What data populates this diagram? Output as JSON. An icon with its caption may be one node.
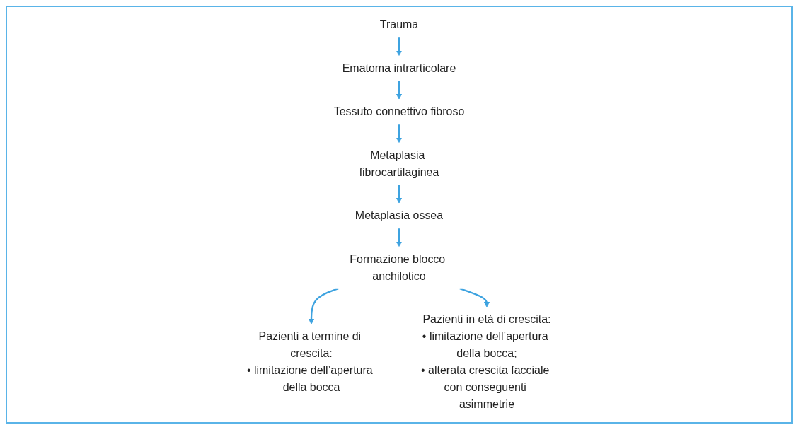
{
  "diagram": {
    "nodes": [
      {
        "text": [
          "Trauma"
        ]
      },
      {
        "text": [
          "Ematoma intrarticolare"
        ]
      },
      {
        "text": [
          "Tessuto connettivo fibroso"
        ]
      },
      {
        "text": [
          "Metaplasia fibrocartilaginea"
        ]
      },
      {
        "text": [
          "Metaplasia ossea"
        ]
      },
      {
        "text": [
          "Formazione blocco anchilotico"
        ]
      },
      {
        "text": [
          "Pazienti a termine di crescita:",
          "• limitazione dell’apertura della bocca"
        ]
      },
      {
        "text": [
          "Pazienti in età di crescita:",
          "• limitazione dell’apertura della bocca;",
          "• alterata crescita facciale con conseguenti asimmetrie"
        ]
      }
    ],
    "edges": [
      {
        "from": 0,
        "to": 1,
        "arrow": "to"
      },
      {
        "from": 1,
        "to": 2,
        "arrow": "to"
      },
      {
        "from": 2,
        "to": 3,
        "arrow": "to"
      },
      {
        "from": 3,
        "to": 4,
        "arrow": "to"
      },
      {
        "from": 4,
        "to": 5,
        "arrow": "to"
      },
      {
        "from": 5,
        "to": 6,
        "arrow": "to"
      },
      {
        "from": 5,
        "to": 7,
        "arrow": "to"
      }
    ]
  }
}
